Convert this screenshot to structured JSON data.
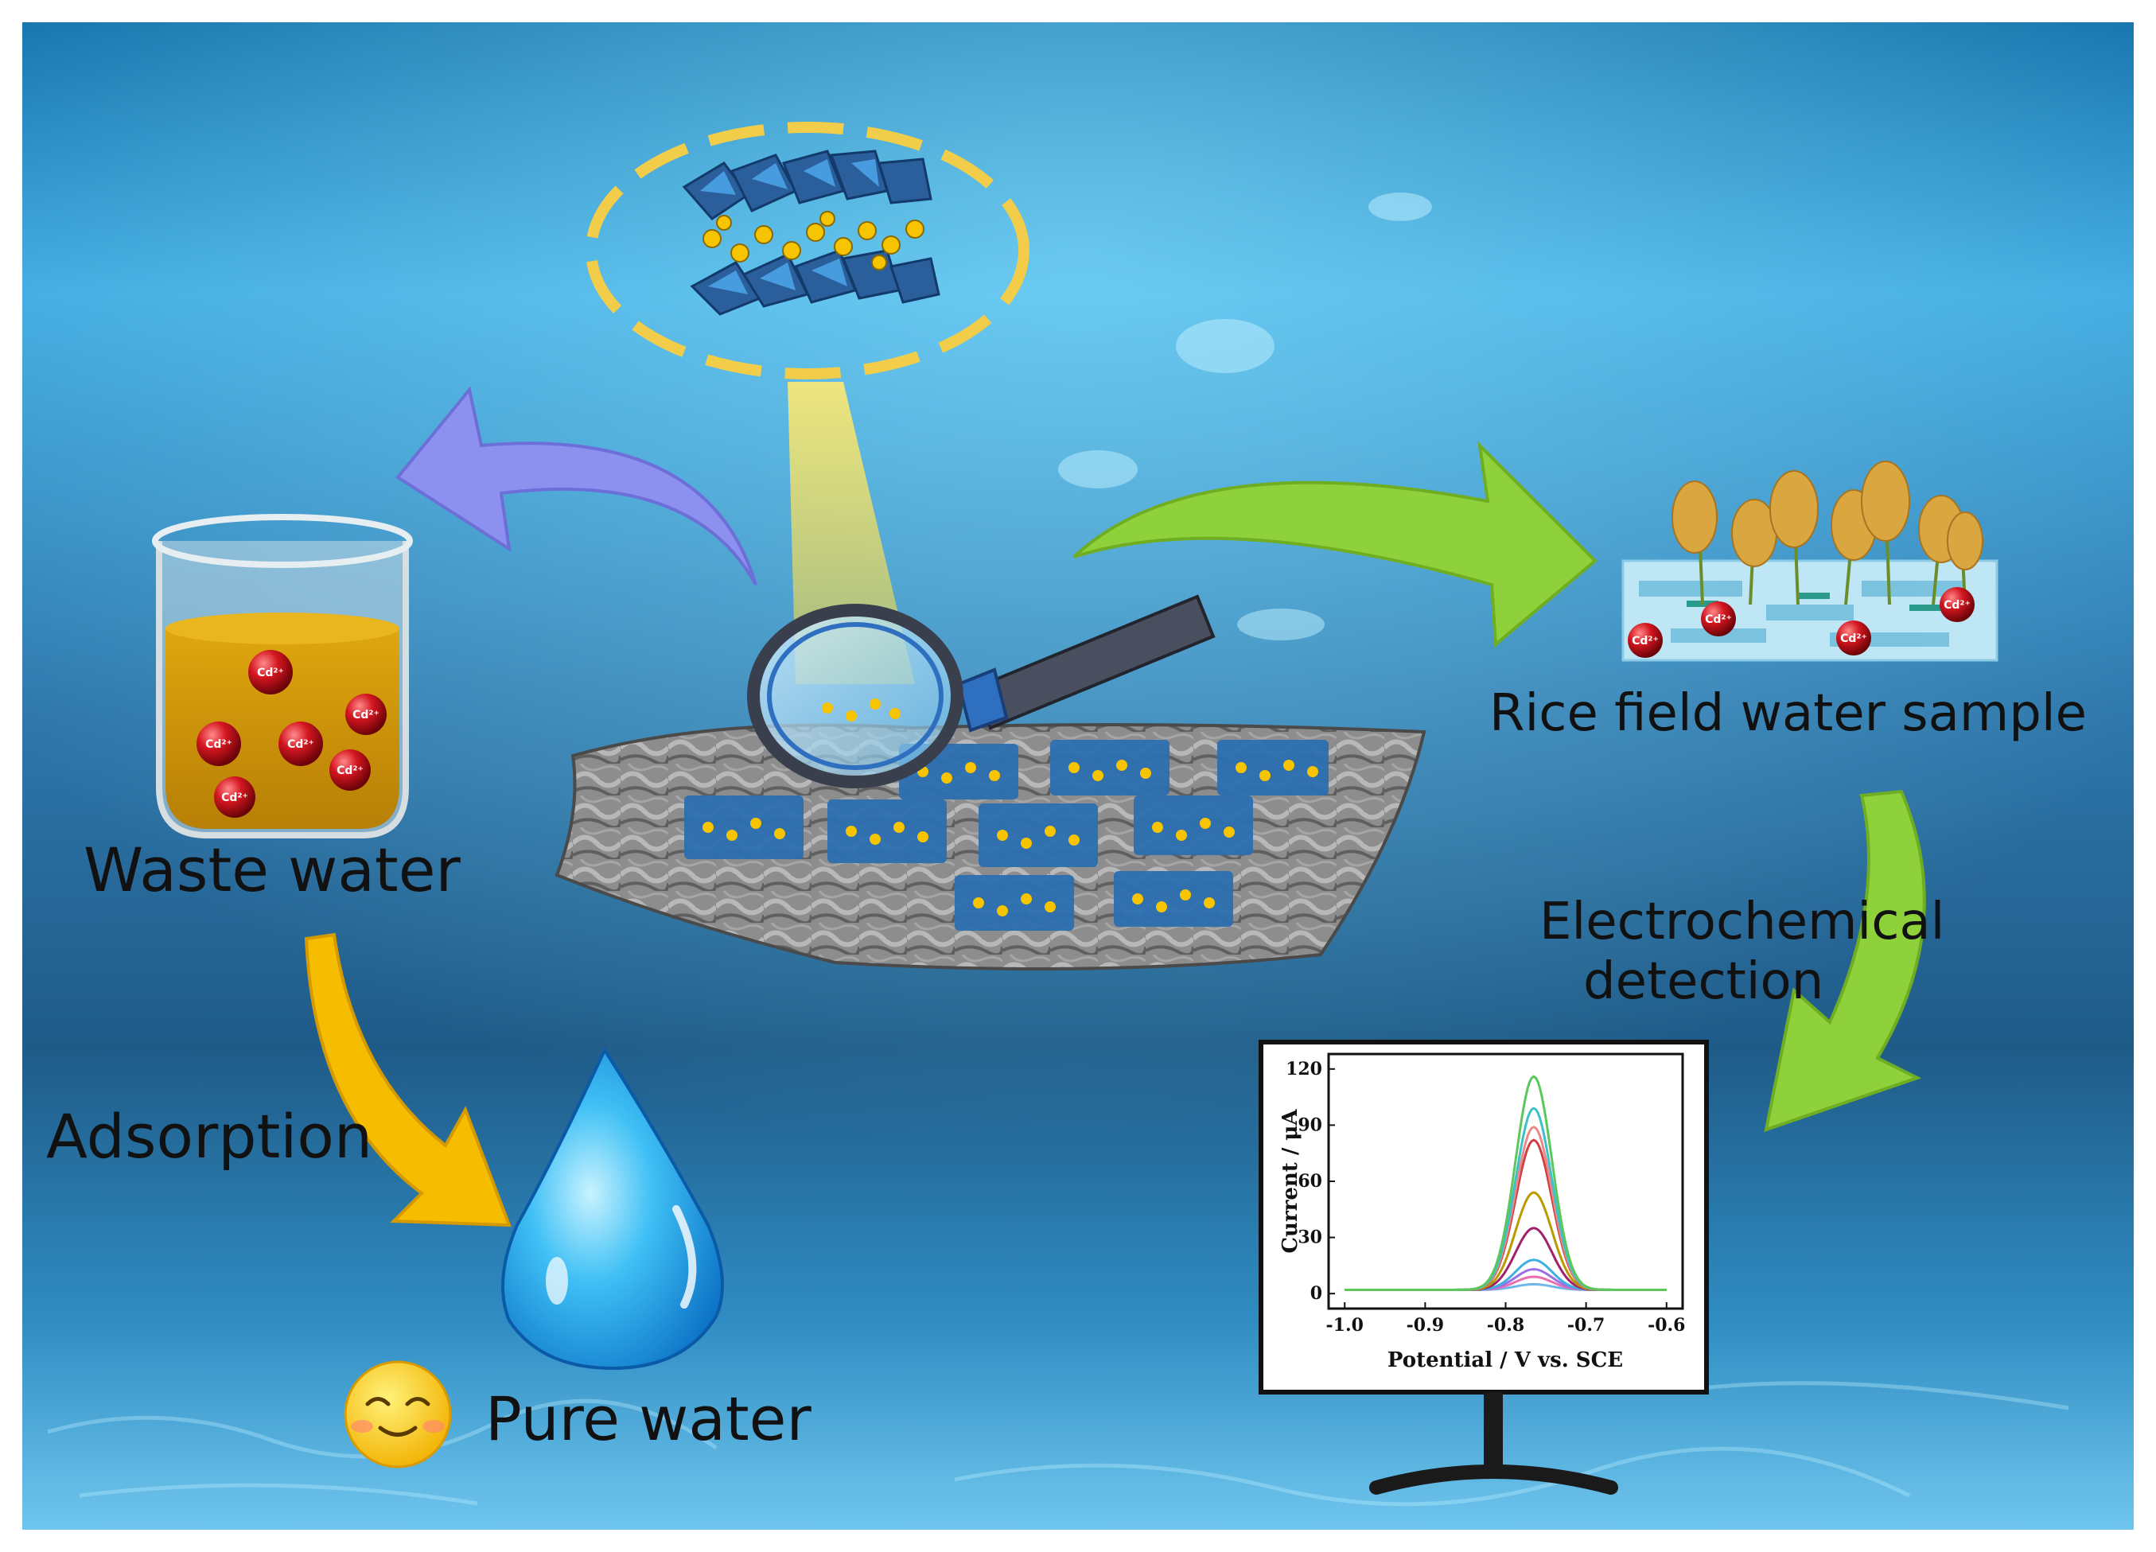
{
  "labels": {
    "waste_water": "Waste water",
    "adsorption": "Adsorption",
    "pure_water": "Pure water",
    "rice_field": "Rice field water sample",
    "electrochem_line1": "Electrochemical",
    "electrochem_line2": "detection"
  },
  "ion_label": "Cd²⁺",
  "colors": {
    "water_dark": "#1e5d8c",
    "water_light": "#4fc3f0",
    "purple_arrow": "#8c8ff0",
    "green_arrow": "#8ccf3a",
    "yellow_arrow": "#f5b800",
    "ion_red": "#c0121b",
    "liquid": "#d49a0c"
  },
  "chart": {
    "ylabel": "Current / μA",
    "xlabel": "Potential / V vs. SCE",
    "yticks": [
      "0",
      "30",
      "60",
      "90",
      "120"
    ],
    "xticks": [
      "-1.0",
      "-0.9",
      "-0.8",
      "-0.7",
      "-0.6"
    ]
  },
  "chart_data": {
    "type": "line",
    "xlabel": "Potential / V vs. SCE",
    "ylabel": "Current / μA",
    "xlim": [
      -1.02,
      -0.58
    ],
    "ylim": [
      -8,
      128
    ],
    "peak_x": -0.765,
    "peak_width": 0.032,
    "baseline": 2,
    "series": [
      {
        "peak": 3,
        "color": "#6fb7e8"
      },
      {
        "peak": 7,
        "color": "#e86fb0"
      },
      {
        "peak": 11,
        "color": "#9b6fe8"
      },
      {
        "peak": 16,
        "color": "#3fb0e0"
      },
      {
        "peak": 33,
        "color": "#a0216a"
      },
      {
        "peak": 52,
        "color": "#b99a00"
      },
      {
        "peak": 80,
        "color": "#d04040"
      },
      {
        "peak": 87,
        "color": "#e88a8a"
      },
      {
        "peak": 97,
        "color": "#3ec0c8"
      },
      {
        "peak": 114,
        "color": "#5cc85c"
      }
    ]
  }
}
